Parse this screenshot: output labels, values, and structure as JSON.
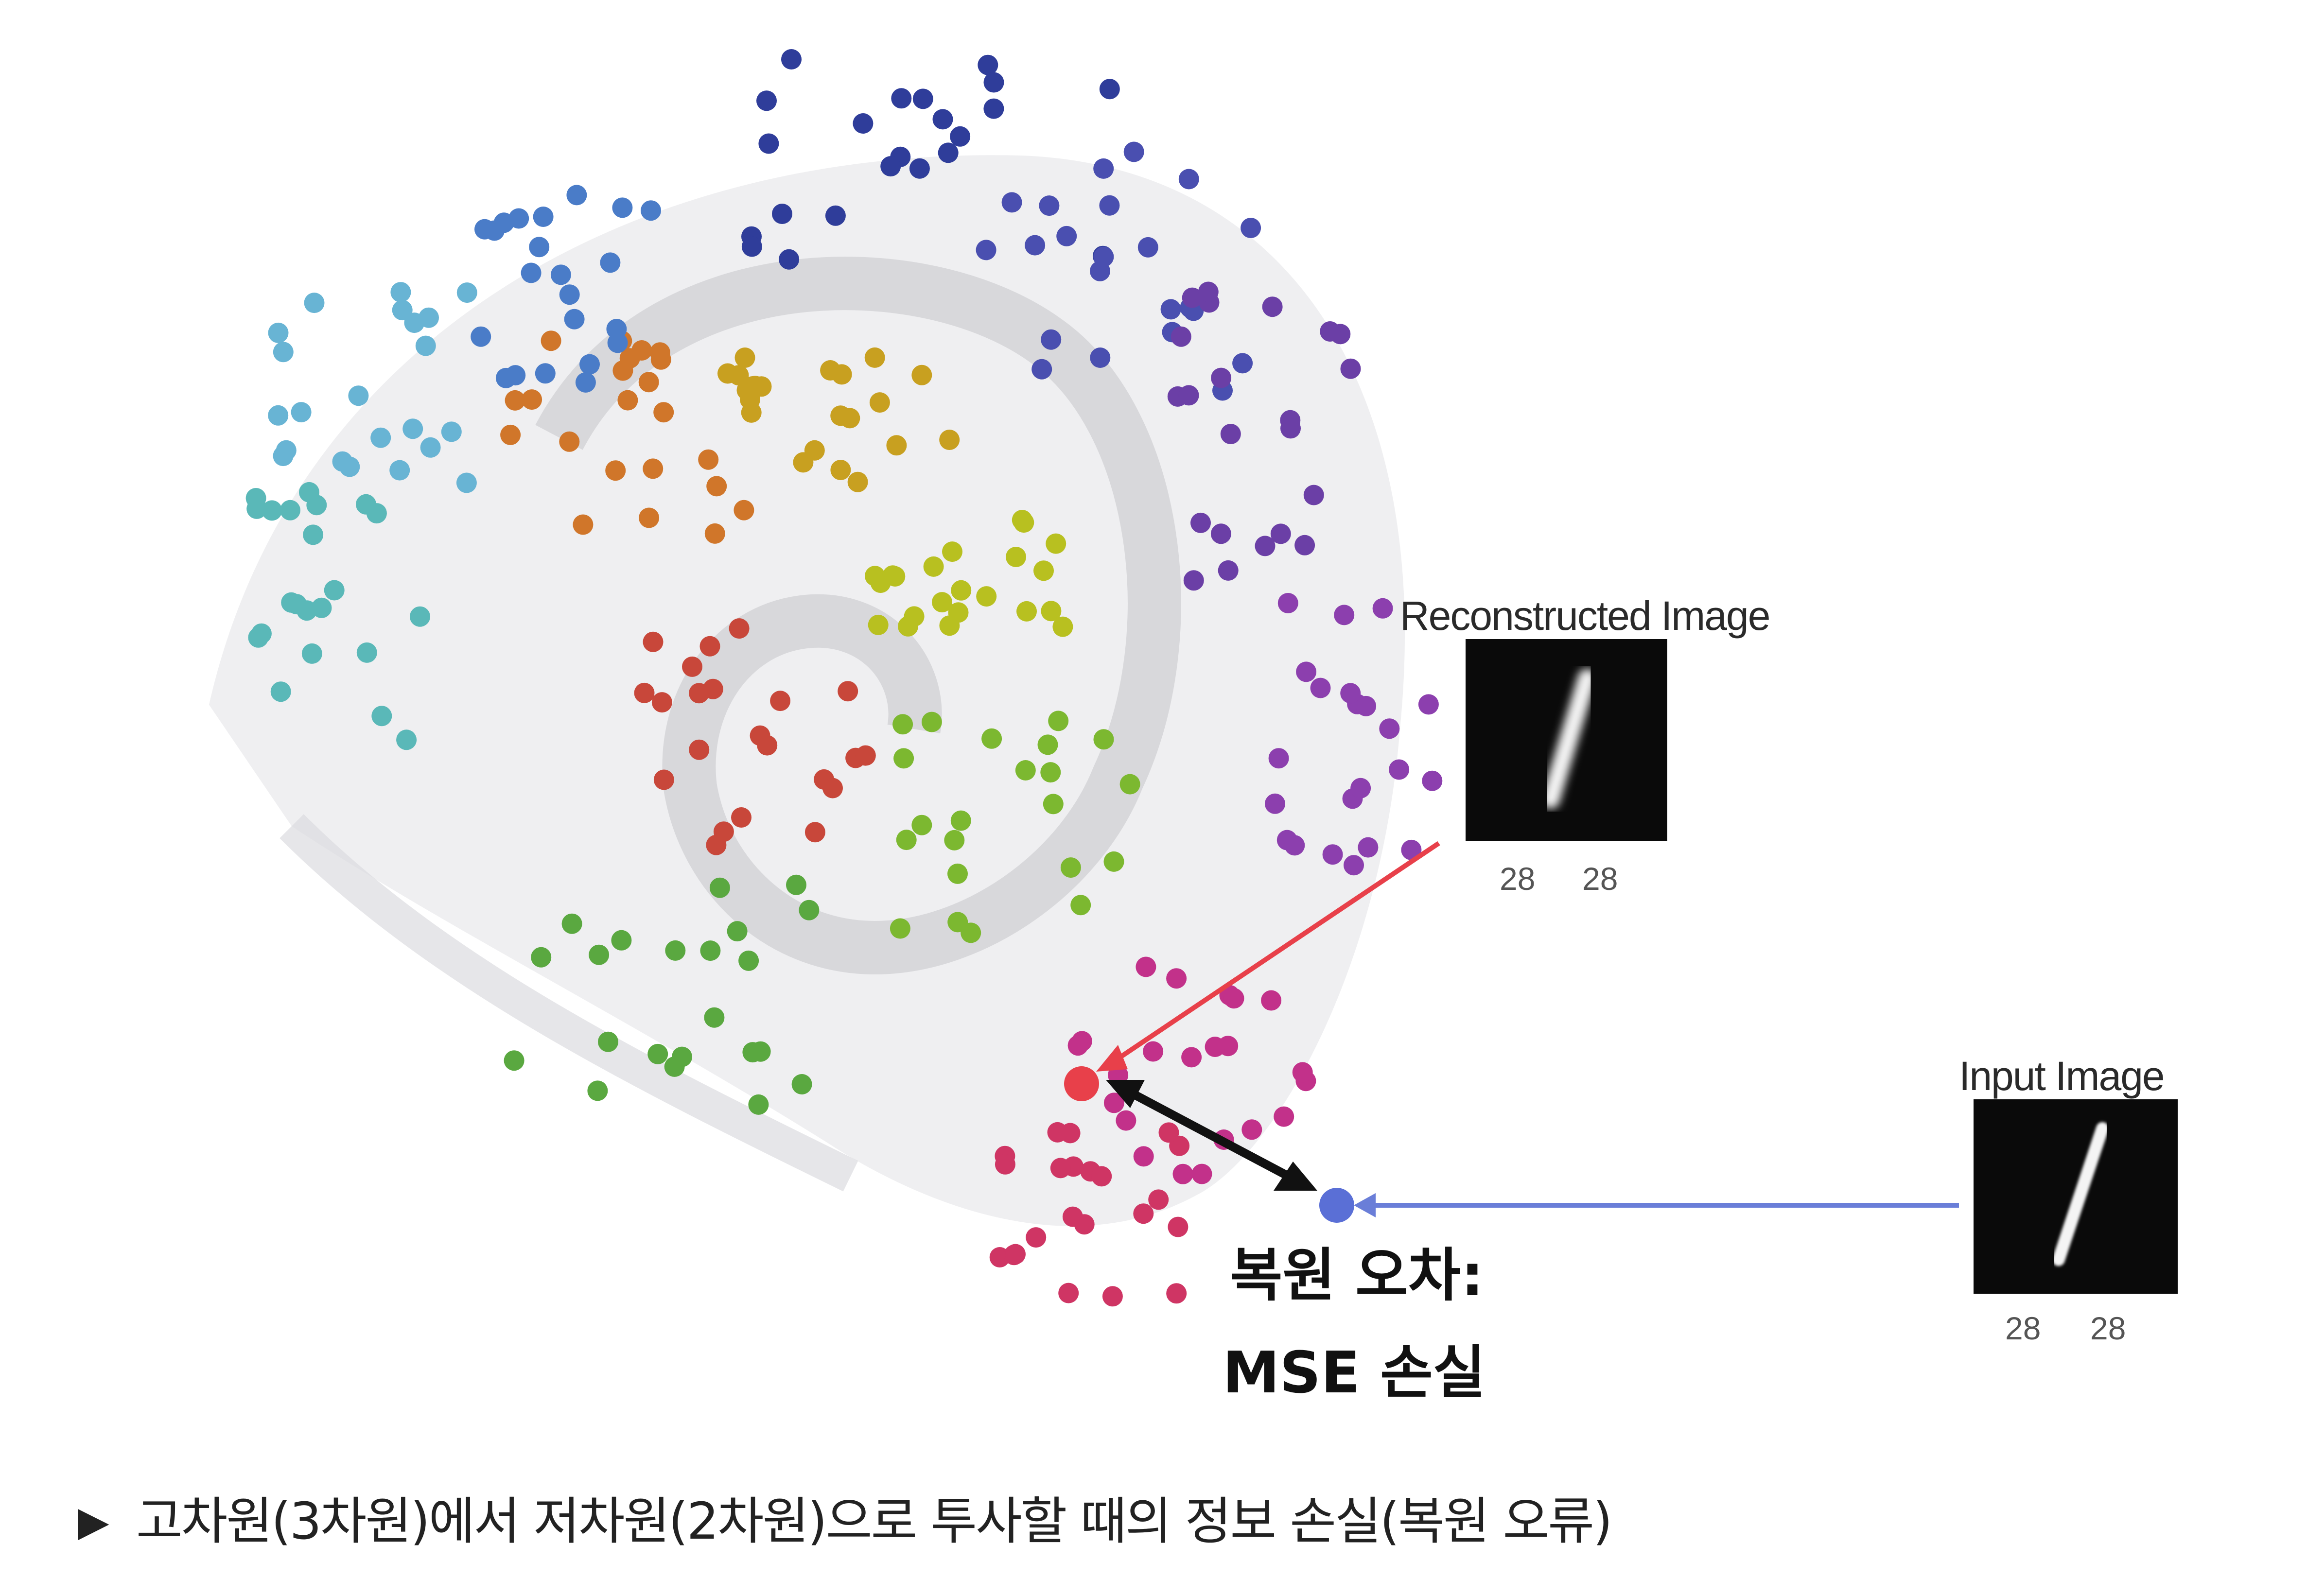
{
  "reconstructed_image": {
    "label": "Reconstructed Image",
    "width_label": "28",
    "height_label": "28"
  },
  "input_image": {
    "label": "Input Image",
    "width_label": "28",
    "height_label": "28"
  },
  "error_label": {
    "line1": "복원 오차:",
    "line2": "MSE 손실"
  },
  "caption": {
    "bullet": "▶",
    "text": "고차원(3차원)에서 저차원(2차원)으로 투사할 때의 정보 손실(복원 오류)"
  },
  "colors": {
    "reconstructed_point": "#e8404a",
    "reconstructed_arrow": "#e8404a",
    "input_point": "#5a6fd6",
    "input_arrow": "#6a7ed8",
    "error_arrow": "#111111",
    "manifold_surface": "#e6e6e8",
    "point_palette": [
      "#2f3d9a",
      "#4a4fb0",
      "#6b3fa6",
      "#8c3fae",
      "#c2318a",
      "#cf3564",
      "#c8473a",
      "#d0762a",
      "#c8a020",
      "#b8c020",
      "#7cb830",
      "#5aa840",
      "#5ab8b8",
      "#68b4d4",
      "#4a7cc8"
    ]
  }
}
